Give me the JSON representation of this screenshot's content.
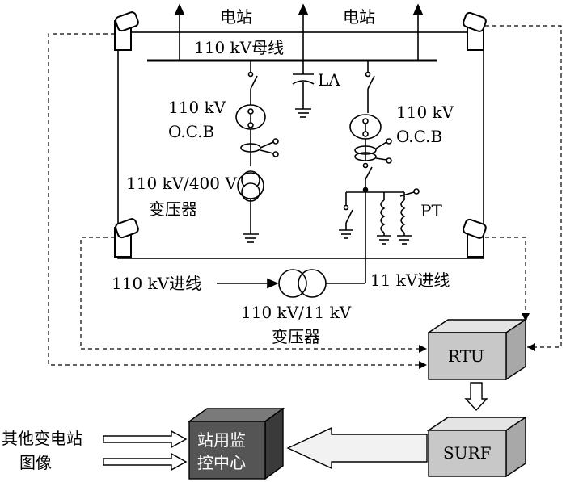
{
  "labels": {
    "station_left": "电站",
    "station_right": "电站",
    "bus_110": "110 kV母线",
    "la": "LA",
    "ocb_left_v": "110 kV",
    "ocb_left_n": "O.C.B",
    "ocb_right_v": "110 kV",
    "ocb_right_n": "O.C.B",
    "tf_aux_v": "110 kV/400 V",
    "tf_aux_n": "变压器",
    "pt": "PT",
    "incoming_110": "110 kV进线",
    "incoming_11": "11 kV进线",
    "tf_main_v": "110 kV/11 kV",
    "tf_main_n": "变压器",
    "rtu": "RTU",
    "surf": "SURF",
    "control_center_l1": "站用监",
    "control_center_l2": "控中心",
    "other_stations_l1": "其他变电站",
    "other_stations_l2": "图像"
  },
  "colors": {
    "box_light": "#c8c8c8",
    "box_side": "#a8a8a8",
    "box_top": "#e4e4e4",
    "box_dark": "#555555",
    "box_dark_side": "#3a3a3a",
    "box_dark_top": "#7a7a7a",
    "line": "#000000"
  }
}
